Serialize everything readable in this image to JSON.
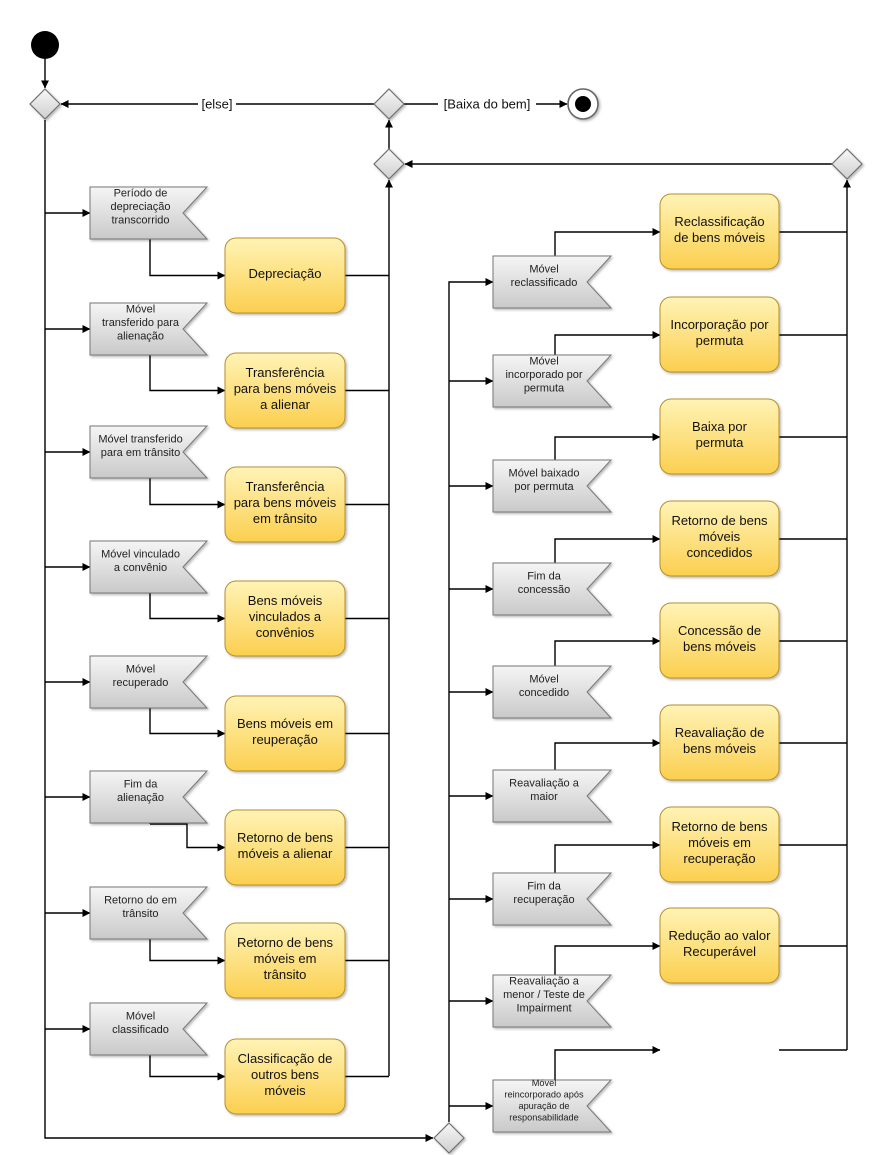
{
  "diagram": {
    "guards": {
      "else": "[else]",
      "baixa": "[Baixa do bem]"
    },
    "left_signals": [
      [
        "Período de",
        "depreciação",
        "transcorrido"
      ],
      [
        "Móvel",
        "transferido para",
        "alienação"
      ],
      [
        "Móvel transferido",
        "para em trânsito"
      ],
      [
        "Móvel vinculado",
        "a convênio"
      ],
      [
        "Móvel",
        "recuperado"
      ],
      [
        "Fim da",
        "alienação"
      ],
      [
        "Retorno do em",
        "trânsito"
      ],
      [
        "Móvel",
        "classificado"
      ]
    ],
    "left_actions": [
      [
        "Depreciação"
      ],
      [
        "Transferência",
        "para bens móveis",
        "a alienar"
      ],
      [
        "Transferência",
        "para bens móveis",
        "em trânsito"
      ],
      [
        "Bens móveis",
        "vinculados a",
        "convênios"
      ],
      [
        "Bens móveis em",
        "reuperação"
      ],
      [
        "Retorno de bens",
        "móveis a alienar"
      ],
      [
        "Retorno de bens",
        "móveis em",
        "trânsito"
      ],
      [
        "Classificação de",
        "outros bens",
        "móveis"
      ]
    ],
    "right_signals": [
      [
        "Móvel",
        "reclassificado"
      ],
      [
        "Móvel",
        "incorporado por",
        "permuta"
      ],
      [
        "Móvel baixado",
        "por permuta"
      ],
      [
        "Fim da",
        "concessão"
      ],
      [
        "Móvel",
        "concedido"
      ],
      [
        "Reavaliação a",
        "maior"
      ],
      [
        "Fim da",
        "recuperação"
      ],
      [
        "Reavaliação a",
        "menor / Teste de",
        "Impairment"
      ],
      [
        "Móvel",
        "reincorporado após",
        "apuração de",
        "responsabilidade"
      ]
    ],
    "right_actions": [
      [
        "Reclassificação",
        "de bens móveis"
      ],
      [
        "Incorporação por",
        "permuta"
      ],
      [
        "Baixa por",
        "permuta"
      ],
      [
        "Retorno de bens",
        "móveis",
        "concedidos"
      ],
      [
        "Concessão de",
        "bens móveis"
      ],
      [
        "Reavaliação de",
        "bens móveis"
      ],
      [
        "Retorno de bens",
        "móveis em",
        "recuperação"
      ],
      [
        "Redução ao valor",
        "Recuperável"
      ]
    ]
  }
}
